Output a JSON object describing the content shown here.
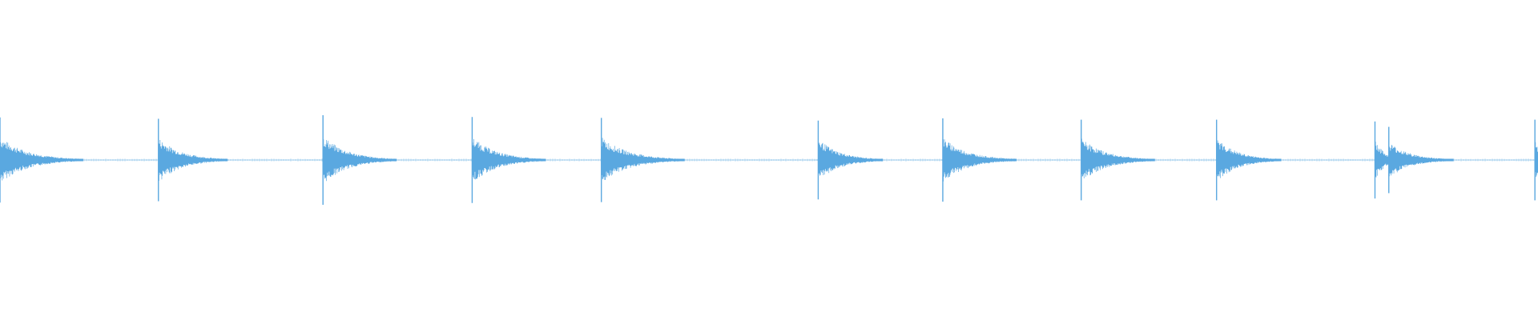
{
  "waveform": {
    "color": "#5aa8e0",
    "background": "#ffffff",
    "duration_fraction_note": "",
    "transients": [
      {
        "time": 0.0,
        "peak": 0.95,
        "decay": 0.018,
        "trough": 0.95
      },
      {
        "time": 0.103,
        "peak": 0.92,
        "decay": 0.015,
        "trough": 0.92
      },
      {
        "time": 0.21,
        "peak": 1.0,
        "decay": 0.016,
        "trough": 1.0
      },
      {
        "time": 0.307,
        "peak": 0.96,
        "decay": 0.016,
        "trough": 0.96
      },
      {
        "time": 0.391,
        "peak": 0.94,
        "decay": 0.018,
        "trough": 0.94
      },
      {
        "time": 0.532,
        "peak": 0.88,
        "decay": 0.014,
        "trough": 0.88
      },
      {
        "time": 0.613,
        "peak": 0.93,
        "decay": 0.016,
        "trough": 0.93
      },
      {
        "time": 0.703,
        "peak": 0.9,
        "decay": 0.016,
        "trough": 0.9
      },
      {
        "time": 0.791,
        "peak": 0.9,
        "decay": 0.014,
        "trough": 0.9
      },
      {
        "time": 0.894,
        "peak": 0.86,
        "decay": 0.006,
        "trough": 0.86
      },
      {
        "time": 0.903,
        "peak": 0.74,
        "decay": 0.014,
        "trough": 0.74
      },
      {
        "time": 0.998,
        "peak": 0.9,
        "decay": 0.004,
        "trough": 0.9
      }
    ]
  }
}
